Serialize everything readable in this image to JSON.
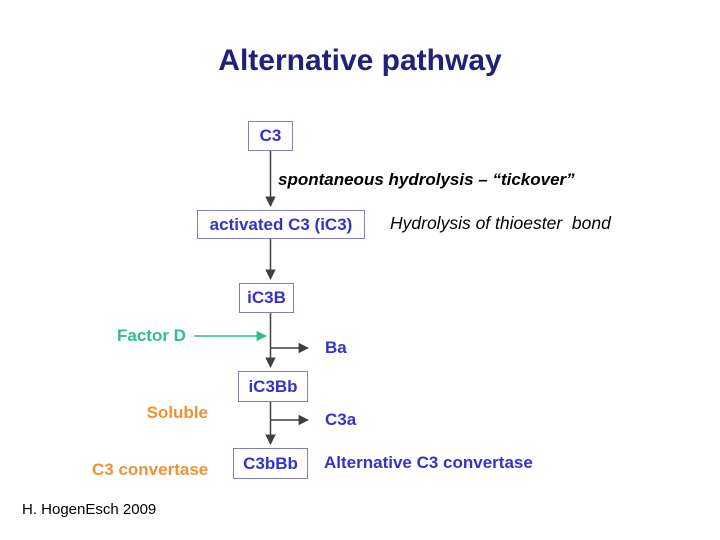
{
  "slide": {
    "title": "Alternative pathway",
    "footer": "H. HogenEsch 2009"
  },
  "diagram": {
    "nodes": {
      "c3": "C3",
      "activated_c3": "activated C3 (iC3)",
      "ic3b": "iC3B",
      "ic3bb": "iC3Bb",
      "c3bbb": "C3bBb"
    },
    "labels": {
      "tickover": "spontaneous hydrolysis – “tickover”",
      "hydrolysis": "Hydrolysis of thioester  bond",
      "factor_d": "Factor D",
      "ba": "Ba",
      "soluble_line1": "Soluble",
      "soluble_line2": "C3 convertase",
      "c3a": "C3a",
      "alt_convertase": "Alternative C3 convertase"
    },
    "colors": {
      "title_navy": "#22217A",
      "node_text_blue": "#3333CC",
      "node_border": "#7F7FBF",
      "factor_d_teal": "#2FBE8F",
      "soluble_orange": "#EF9234",
      "arrow_gray": "#404040",
      "text_black": "#000000",
      "background": "#FFFFFF"
    }
  }
}
